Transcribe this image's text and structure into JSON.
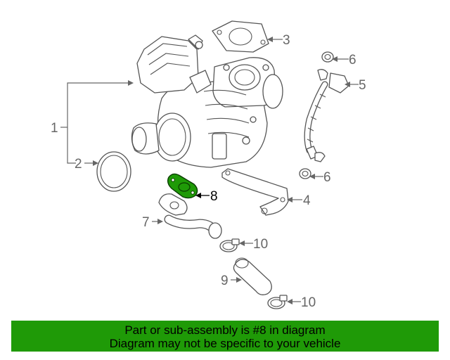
{
  "diagram": {
    "callouts": [
      {
        "id": "1",
        "label": "1",
        "highlighted": false
      },
      {
        "id": "2",
        "label": "2",
        "highlighted": false
      },
      {
        "id": "3",
        "label": "3",
        "highlighted": false
      },
      {
        "id": "4",
        "label": "4",
        "highlighted": false
      },
      {
        "id": "5",
        "label": "5",
        "highlighted": false
      },
      {
        "id": "6a",
        "label": "6",
        "highlighted": false
      },
      {
        "id": "6b",
        "label": "6",
        "highlighted": false
      },
      {
        "id": "7",
        "label": "7",
        "highlighted": false
      },
      {
        "id": "8",
        "label": "8",
        "highlighted": true
      },
      {
        "id": "9",
        "label": "9",
        "highlighted": false
      },
      {
        "id": "10a",
        "label": "10",
        "highlighted": false
      },
      {
        "id": "10b",
        "label": "10",
        "highlighted": false
      }
    ],
    "highlight_color": "#1f9a07"
  },
  "banner": {
    "line1": "Part or sub-assembly is #8 in diagram",
    "line2": "Diagram may not be specific to your vehicle",
    "background": "#1f9a07"
  }
}
